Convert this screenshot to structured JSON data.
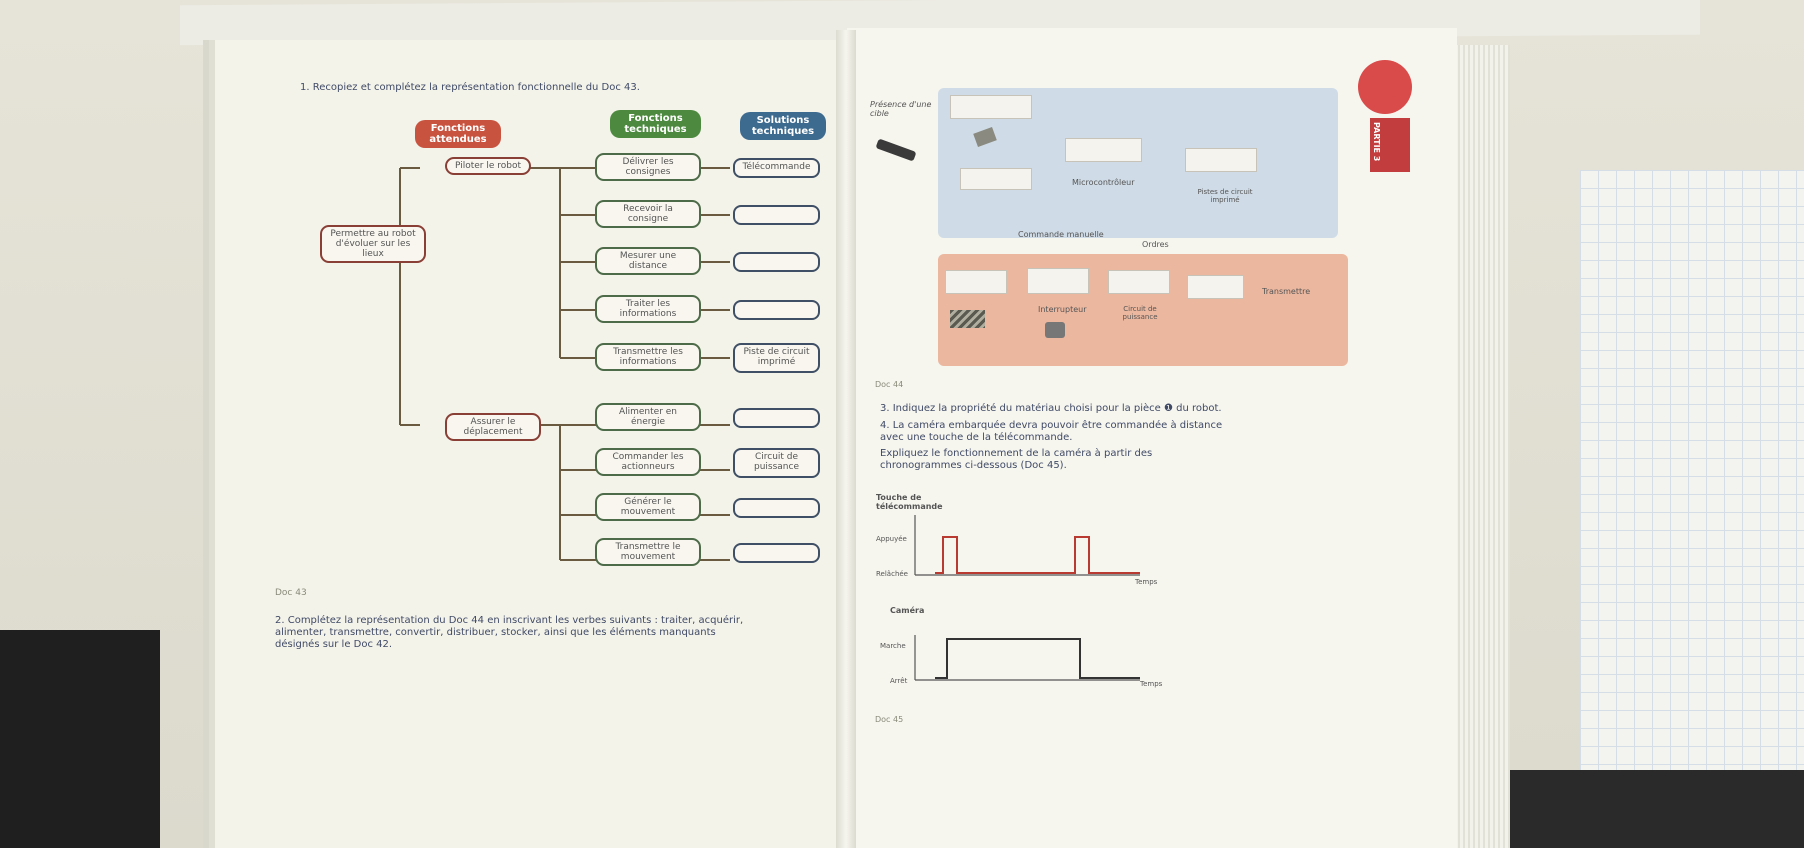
{
  "page_left": {
    "question1": "1. Recopiez et complétez la représentation fonctionnelle du Doc 43.",
    "headers": {
      "fonctions_attendues": "Fonctions attendues",
      "fonctions_techniques": "Fonctions techniques",
      "solutions_techniques": "Solutions techniques"
    },
    "root_function": "Permettre au robot d'évoluer sur les lieux",
    "attendues": [
      "Piloter le robot",
      "Assurer le déplacement"
    ],
    "techniques": [
      "Délivrer les consignes",
      "Recevoir la consigne",
      "Mesurer une distance",
      "Traiter les informations",
      "Transmettre les informations",
      "Alimenter en énergie",
      "Commander les actionneurs",
      "Générer le mouvement",
      "Transmettre le mouvement"
    ],
    "solutions": [
      "Télécommande",
      "",
      "",
      "",
      "Piste de circuit imprimé",
      "",
      "Circuit de puissance",
      "",
      ""
    ],
    "doc_caption": "Doc 43",
    "question2": "2. Complétez la représentation du Doc 44 en inscrivant les verbes suivants : traiter, acquérir, alimenter, transmettre, convertir, distribuer, stocker, ainsi que les éléments manquants désignés sur le Doc 42."
  },
  "page_right": {
    "presence_label": "Présence d'une cible",
    "microcontroleur": "Microcontrôleur",
    "pistes": "Pistes de circuit imprimé",
    "commande_manuelle": "Commande manuelle",
    "ordres": "Ordres",
    "transmettre": "Transmettre",
    "interrupteur": "Interrupteur",
    "circuit_puissance": "Circuit de puissance",
    "doc44_caption": "Doc 44",
    "question3": "3. Indiquez la propriété du matériau choisi pour la pièce ❶ du robot.",
    "question4a": "4. La caméra embarquée devra pouvoir être commandée à distance avec une touche de la télécommande.",
    "question4b": "Expliquez le fonctionnement de la caméra à partir des chronogrammes ci-dessous (Doc 45).",
    "chrono1": {
      "title": "Touche de télécommande",
      "high": "Appuyée",
      "low": "Relâchée",
      "axis": "Temps"
    },
    "chrono2": {
      "title": "Caméra",
      "high": "Marche",
      "low": "Arrêt",
      "axis": "Temps"
    },
    "doc45_caption": "Doc 45",
    "partie": "PARTIE 3"
  },
  "colors": {
    "red": "#c8533f",
    "green": "#4d8a3f",
    "blue": "#3d6b8f"
  }
}
